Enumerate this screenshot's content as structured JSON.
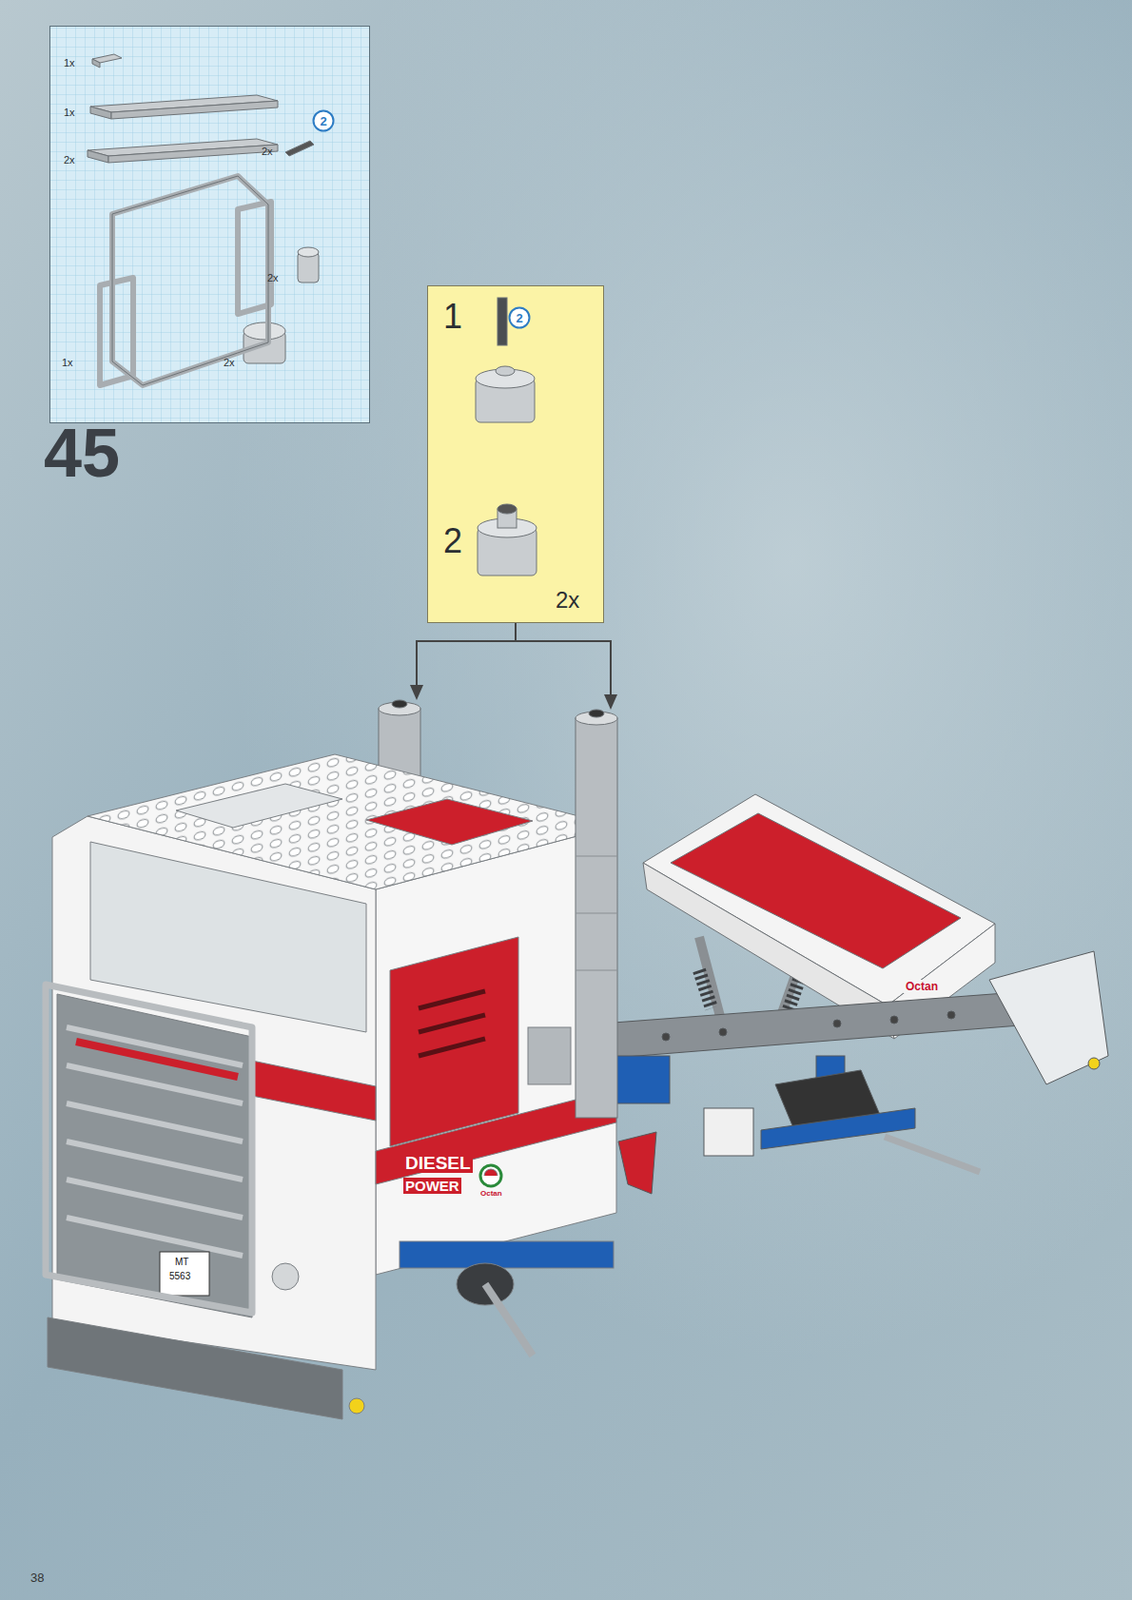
{
  "diagram": {
    "nodes": [
      {
        "text": [
          "1x",
          "1x",
          "2x",
          "2x",
          "2x",
          "1x",
          "2x"
        ]
      },
      {
        "text": [
          "2"
        ],
        "in": 0
      },
      {
        "text": [
          "1",
          "2",
          "2x"
        ]
      },
      {
        "text": [
          "2"
        ],
        "in": 2
      }
    ],
    "labels": [
      "45",
      "Octan",
      "DIESEL",
      "Octan",
      "POWER",
      "MT",
      "5563",
      "38"
    ]
  }
}
